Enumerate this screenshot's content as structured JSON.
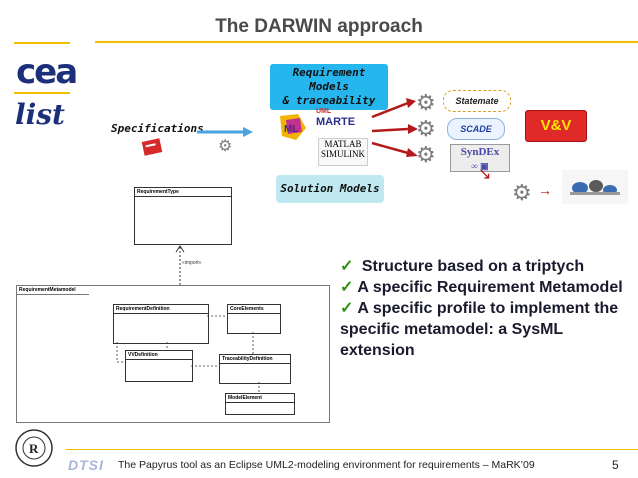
{
  "title": "The DARWIN approach",
  "logos": {
    "cea": "cea",
    "list": "list"
  },
  "diagram": {
    "requirement_models": "Requirement Models\n& traceability",
    "requirement_models_line1": "Requirement Models",
    "requirement_models_line2": "& traceability",
    "specifications": "Specifications",
    "solution_models": "Solution Models",
    "statemate": "Statemate",
    "vv": "V&V",
    "marte": "MARTE",
    "uml_small": "UML",
    "matlab": "MATLAB",
    "simulink": "SIMULINK",
    "scade": "SCADE",
    "syndex": "SynDEx"
  },
  "metamodel": {
    "requirement_type": "RequirementType",
    "import": "«import»",
    "requirement_metamodel": "RequirementMetamodel",
    "requirement_definition": "RequirementDefinition",
    "core_elements": "CoreElements",
    "vv_definition": "VVDefinition",
    "traceability_definition": "TraceabilityDefinition",
    "model_element": "ModelElement"
  },
  "bullets": [
    "Structure based on a triptych",
    "A specific Requirement Metamodel",
    "A specific profile to implement the specific metamodel: a SysML extension"
  ],
  "footer": {
    "dtsi": "DTSI",
    "text": "The Papyrus tool as an Eclipse UML2-modeling environment for requirements – MaRK’09",
    "page": "5"
  },
  "colors": {
    "accent_line": "#f0c000",
    "req_box": "#26b6ee",
    "solution_box": "#bfe8f0",
    "vv_box": "#e02a2a",
    "vv_text": "#ffe600",
    "check": "#2f8f18"
  }
}
